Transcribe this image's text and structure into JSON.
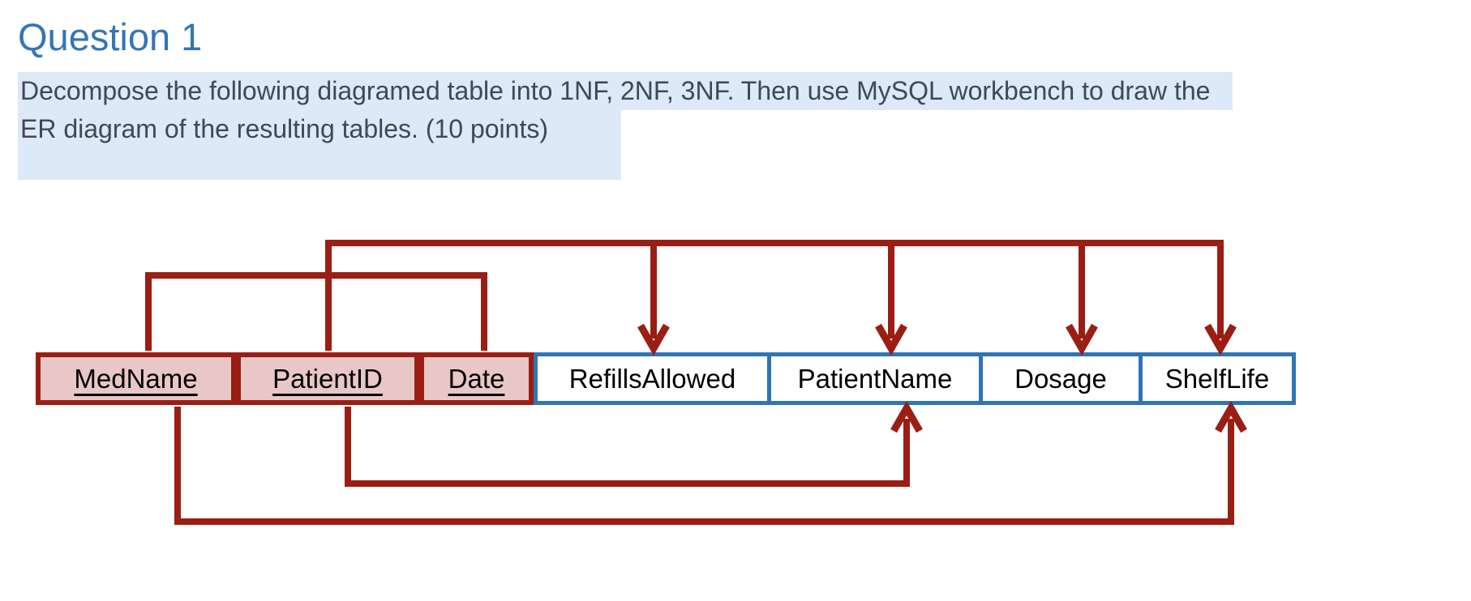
{
  "document": {
    "heading": "Question 1",
    "question_line1": "Decompose the following diagramed table into 1NF, 2NF, 3NF. Then use MySQL workbench to draw the",
    "question_line2": "ER diagram of the resulting tables. (10 points)"
  },
  "diagram": {
    "table_columns": {
      "key": [
        {
          "label": "MedName"
        },
        {
          "label": "PatientID"
        },
        {
          "label": "Date"
        }
      ],
      "non_key": [
        {
          "label": "RefillsAllowed"
        },
        {
          "label": "PatientName"
        },
        {
          "label": "Dosage"
        },
        {
          "label": "ShelfLife"
        }
      ]
    },
    "dependencies": [
      {
        "from": "MedName, PatientID, Date",
        "to": "RefillsAllowed, PatientName, Dosage, ShelfLife",
        "position": "top"
      },
      {
        "from": "PatientID",
        "to": "PatientName",
        "position": "bottom"
      },
      {
        "from": "MedName",
        "to": "ShelfLife",
        "position": "bottom"
      }
    ],
    "colors": {
      "arrow_red": "#9A1E14",
      "key_cell_fill": "#E8C7C6",
      "key_cell_border": "#9A1E14",
      "non_key_border": "#2E75B6",
      "heading_blue": "#3575B4",
      "body_text": "#3E4857",
      "highlight": "#DEE9F7"
    }
  }
}
